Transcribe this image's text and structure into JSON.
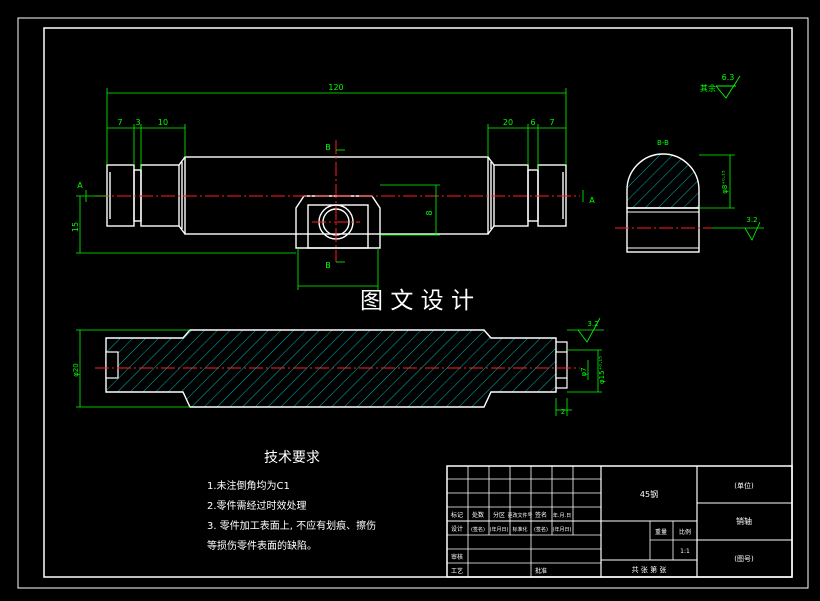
{
  "colors": {
    "background": "#000000",
    "outline": "#ffffff",
    "dimension": "#00ff00",
    "centerline": "#ff2020",
    "hatch": "#00c8c8",
    "title_text": "#ffffff"
  },
  "watermark": "图 文 设 计",
  "front_view": {
    "overall_length": "120",
    "left_dims": [
      "7",
      "3",
      "10"
    ],
    "right_dims": [
      "20",
      "6",
      "7"
    ],
    "height_dim": "15",
    "hole_dim": "8",
    "section_mark_top": "B",
    "section_mark_bottom": "B",
    "cut_mark_left": "A",
    "cut_mark_right": "A"
  },
  "section_view": {
    "label": "B-B",
    "dim_side": "φ8⁺⁰·¹⁵",
    "roughness": "3.2"
  },
  "sectional_view": {
    "diameter_dim": "φ20",
    "hole_dim_a": "φ7",
    "hole_dim_b": "φ15⁺⁰·¹⁵",
    "roughness": "3.2",
    "step_dim": "2"
  },
  "surface_finish": {
    "label": "其余",
    "value": "6.3"
  },
  "tech_requirements": {
    "title": "技术要求",
    "items": [
      "1.未注倒角均为C1",
      "2.零件需经过时效处理",
      "3. 零件加工表面上, 不应有划痕、擦伤",
      "等损伤零件表面的缺陷。"
    ]
  },
  "title_block": {
    "part_name": "销轴",
    "material": "45钢",
    "drawing_no": "(图号)",
    "company": "(单位)",
    "scale": "1:1",
    "scale_label": "比例",
    "weight_label": "重量",
    "sheet_text": "共 张 第 张",
    "rev_headers": [
      "标记",
      "处数",
      "分区",
      "更改文件号",
      "签名",
      "年.月.日"
    ],
    "sign_row": [
      "设计",
      "(签名)",
      "(年月日)",
      "标准化",
      "(签名)",
      "(年月日)"
    ],
    "left_labels": [
      "审核",
      "工艺"
    ],
    "approve_label": "批准"
  }
}
